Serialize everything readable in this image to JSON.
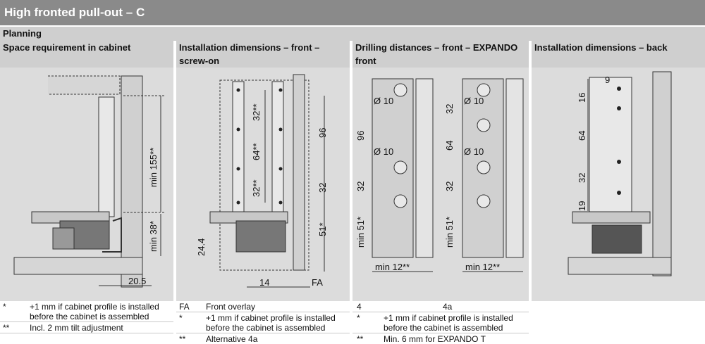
{
  "title": "High fronted pull-out – C",
  "section": "Planning",
  "columns": [
    {
      "heading_line1": "Space requirement in cabinet",
      "heading_line2": ""
    },
    {
      "heading_line1": "Installation dimensions – front –",
      "heading_line2": "screw-on"
    },
    {
      "heading_line1": "Drilling distances – front – EXPANDO",
      "heading_line2": "front"
    },
    {
      "heading_line1": "Installation dimensions – back",
      "heading_line2": ""
    }
  ],
  "diagram1": {
    "min155": "min 155**",
    "min38": "min 38*",
    "d205": "20.5"
  },
  "diagram2": {
    "d96": "96",
    "d32a": "32",
    "d51": "51*",
    "d244": "24.4",
    "d14": "14",
    "fa": "FA",
    "v32a": "32**",
    "v64": "64**",
    "v32b": "32**"
  },
  "diagram3": {
    "d96": "96",
    "d32": "32",
    "min51a": "min 51*",
    "min51b": "min 51*",
    "phi10a": "Ø 10",
    "phi10b": "Ø 10",
    "phi10c": "Ø 10",
    "phi10d": "Ø 10",
    "r32a": "32",
    "r64": "64",
    "r32b": "32",
    "min12a": "min 12**",
    "min12b": "min 12**"
  },
  "diagram4": {
    "d9": "9",
    "d16": "16",
    "d64": "64",
    "d32": "32",
    "d19": "19"
  },
  "notes": [
    [
      {
        "key": "*",
        "text1": "+1 mm if cabinet profile is installed",
        "text2": "before the cabinet is assembled"
      },
      {
        "key": "**",
        "text1": "Incl. 2 mm tilt adjustment",
        "text2": ""
      }
    ],
    [
      {
        "key": "FA",
        "text1": "Front overlay",
        "text2": ""
      },
      {
        "key": "*",
        "text1": "+1 mm if cabinet profile is installed",
        "text2": "before the cabinet is assembled"
      },
      {
        "key": "**",
        "text1": "Alternative 4a",
        "text2": ""
      }
    ],
    [
      {
        "key": "4",
        "text1": "4a",
        "text2": ""
      },
      {
        "key": "*",
        "text1": "+1 mm if cabinet profile is installed",
        "text2": "before the cabinet is assembled"
      },
      {
        "key": "**",
        "text1": "Min. 6 mm for EXPANDO T",
        "text2": ""
      }
    ]
  ]
}
